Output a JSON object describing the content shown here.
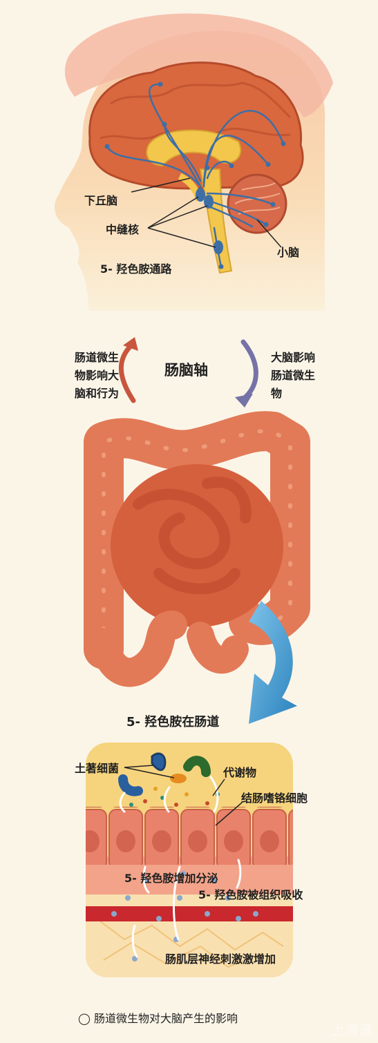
{
  "brain": {
    "label_hypothalamus": "下丘脑",
    "label_raphe": "中缝核",
    "label_cerebellum": "小脑",
    "label_pathway": "5- 羟色胺通路"
  },
  "axis": {
    "left_text": "肠道微生物影响大脑和行为",
    "title": "肠脑轴",
    "right_text": "大脑影响肠道微生物"
  },
  "gut": {
    "serotonin_title": "5- 羟色胺在肠道"
  },
  "detail": {
    "label_bacteria": "土著细菌",
    "label_metabolites": "代谢物",
    "label_cells": "结肠嗜铬细胞",
    "label_secretion": "5- 羟色胺增加分泌",
    "label_absorption": "5- 羟色胺被组织吸收",
    "label_nerves": "肠肌层神经刺激激增加"
  },
  "caption": "◯ 肠道微生物对大脑产生的影响",
  "watermark": "上海谱",
  "colors": {
    "background": "#fbf5e8",
    "pathway": "#3d6fa6",
    "up_arrow": "#c8553d",
    "down_arrow": "#7572a8",
    "blue_arrow": "#3b93c9"
  }
}
